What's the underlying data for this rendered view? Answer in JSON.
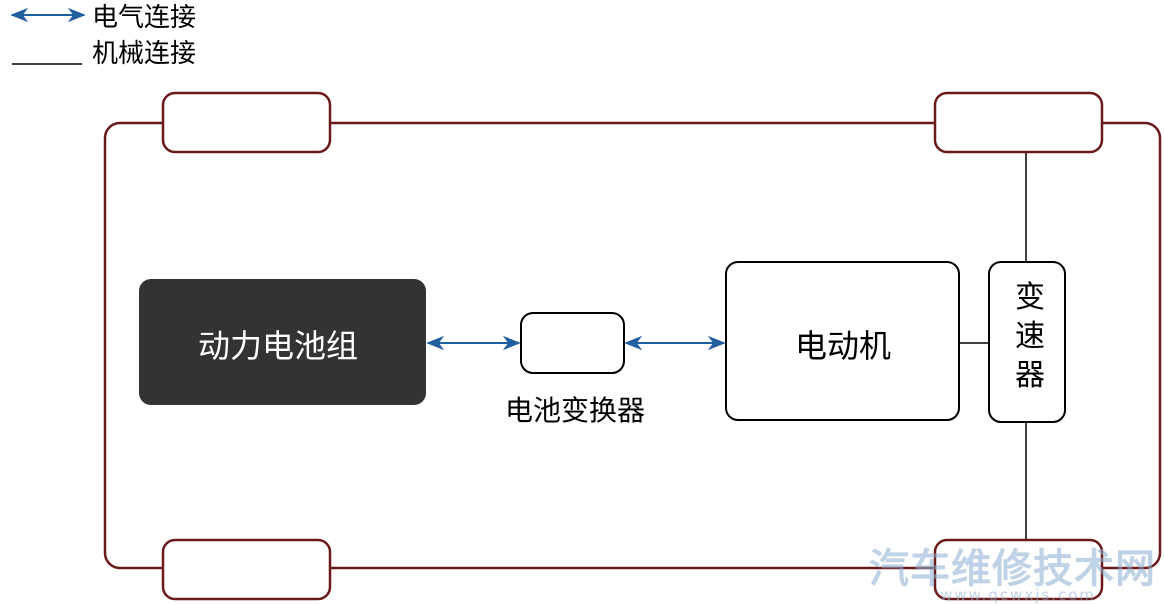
{
  "legend": {
    "electrical_label": "电气连接",
    "mechanical_label": "机械连接"
  },
  "components": {
    "battery_pack": "动力电池组",
    "battery_converter": "电池变换器",
    "motor": "电动机",
    "transmission": "变速器"
  },
  "watermark": {
    "main": "汽车维修技术网",
    "url": "www.qcwxjs.com"
  },
  "colors": {
    "chassis": "#6b1a1a",
    "electrical_arrow": "#1f5fa0",
    "battery_fill": "#333333",
    "line": "#000000"
  }
}
